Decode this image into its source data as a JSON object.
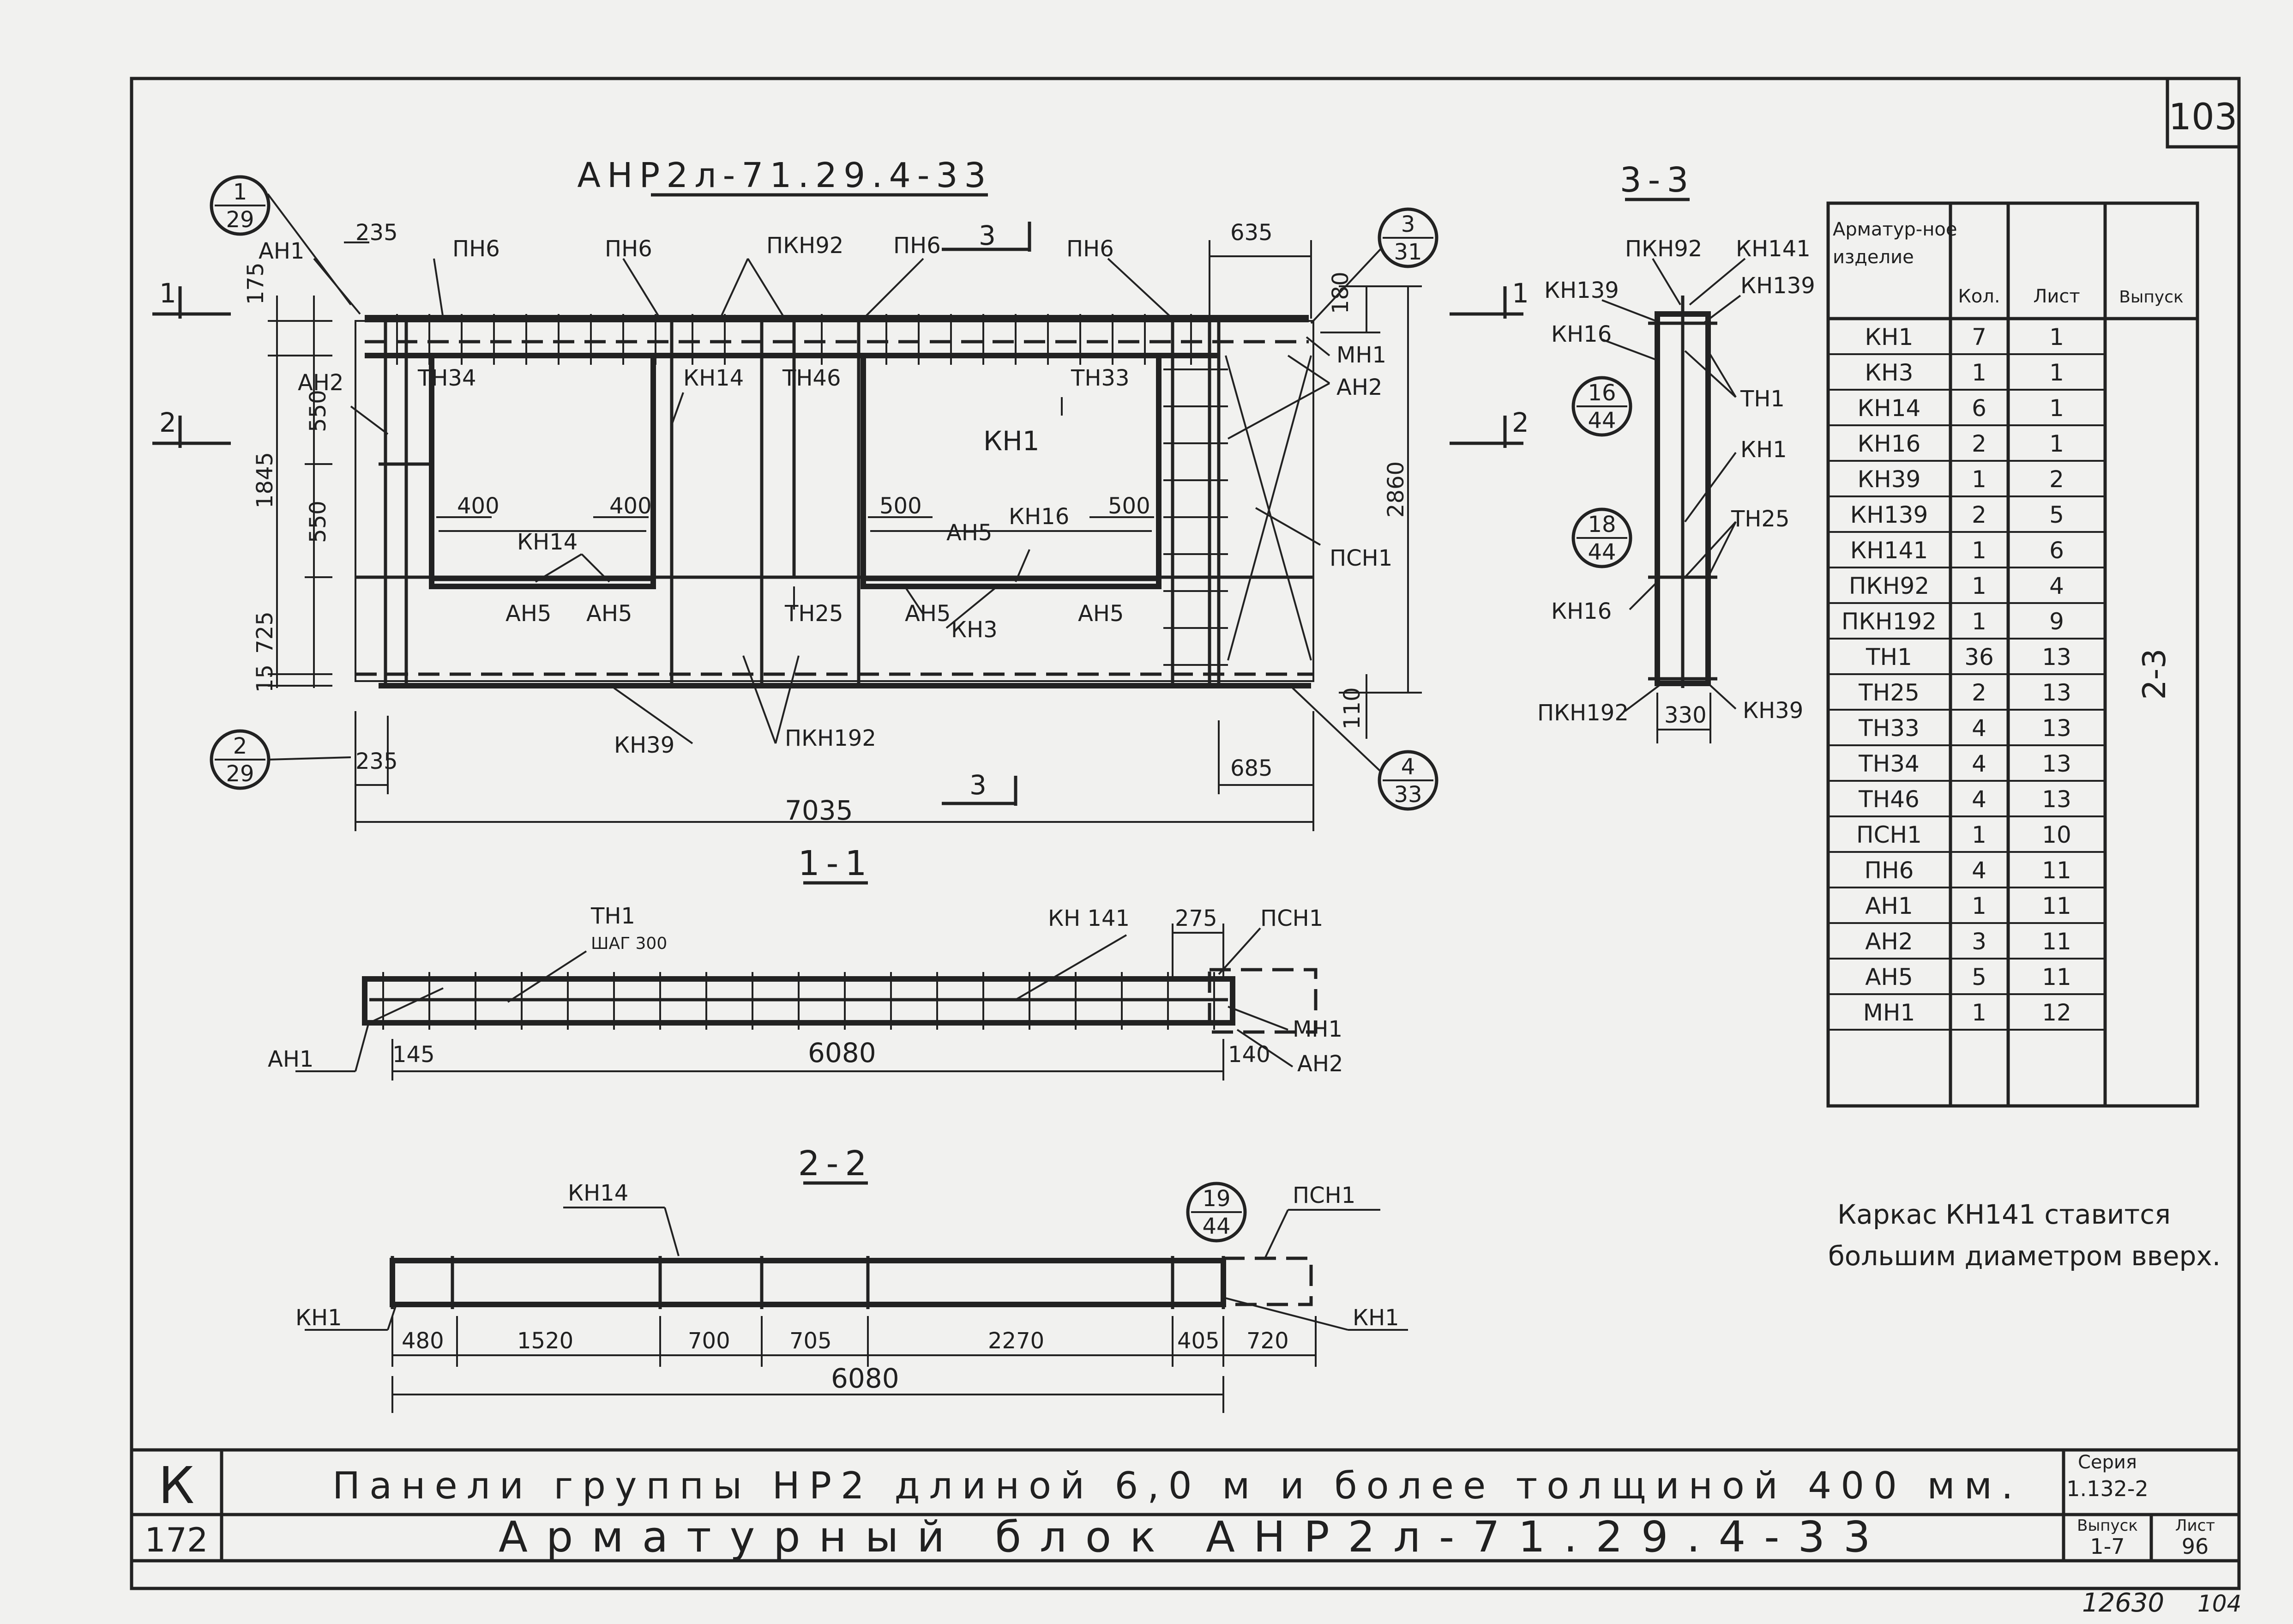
{
  "sheet": {
    "page_number": "103",
    "archive_number": "12630",
    "archive_page": "104"
  },
  "plan": {
    "title": "АНР2л-71.29.4-33",
    "labels": {
      "an1": "АН1",
      "an2_left": "АН2",
      "pn6_a": "ПН6",
      "pn6_b": "ПН6",
      "pn6_c": "ПН6",
      "pn6_d": "ПН6",
      "pkn92": "ПКН92",
      "tn34": "ТН34",
      "kn14_top": "КН14",
      "tn46": "ТН46",
      "tn33": "ТН33",
      "kn1": "КН1",
      "kn14_mid": "КН14",
      "an5_a": "АН5",
      "an5_b": "АН5",
      "an5_c": "АН5",
      "an5_d": "АН5",
      "an5_e": "АН5",
      "kn16": "КН16",
      "tn25": "ТН25",
      "kn3": "КН3",
      "kn39": "КН39",
      "pkn192": "ПКН192",
      "mn1": "МН1",
      "an2_right": "АН2",
      "psn1": "ПСН1"
    },
    "dims": {
      "d235_top": "235",
      "d175": "175",
      "d1845": "1845",
      "d550_a": "550",
      "d550_b": "550",
      "d725": "725",
      "d15": "15",
      "d400_a": "400",
      "d400_b": "400",
      "d500_a": "500",
      "d500_b": "500",
      "d635": "635",
      "d180": "180",
      "d2860": "2860",
      "d110": "110",
      "d235_bot": "235",
      "d685": "685",
      "d7035": "7035"
    },
    "section_marks": {
      "s1_left": "1",
      "s1_right": "1",
      "s2_left": "2",
      "s2_right": "2",
      "s3_top": "3",
      "s3_bottom": "3"
    },
    "callouts": [
      {
        "top": "1",
        "bottom": "29"
      },
      {
        "top": "3",
        "bottom": "31"
      },
      {
        "top": "2",
        "bottom": "29"
      },
      {
        "top": "4",
        "bottom": "33"
      }
    ]
  },
  "section_3_3": {
    "title": "3-3",
    "labels": {
      "pkn92": "ПКН92",
      "kn141": "КН141",
      "kn139_l": "КН139",
      "kn139_r": "КН139",
      "kn16_a": "КН16",
      "tn1": "ТН1",
      "kn1": "КН1",
      "tn25": "ТН25",
      "kn16_b": "КН16",
      "pkn192": "ПКН192",
      "kn39": "КН39",
      "d330": "330"
    },
    "callouts": [
      {
        "top": "16",
        "bottom": "44"
      },
      {
        "top": "18",
        "bottom": "44"
      }
    ]
  },
  "section_1_1": {
    "title": "1-1",
    "labels": {
      "tn1": "ТН1",
      "step": "ШАГ 300",
      "kn141": "КН 141",
      "d275": "275",
      "psn1": "ПСН1",
      "mn1": "МН1",
      "an2": "АН2",
      "an1": "АН1",
      "d145": "145",
      "d6080": "6080",
      "d140": "140"
    }
  },
  "section_2_2": {
    "title": "2-2",
    "labels": {
      "kn14": "КН14",
      "psn1": "ПСН1",
      "kn1_l": "КН1",
      "kn1_r": "КН1"
    },
    "callout": {
      "top": "19",
      "bottom": "44"
    },
    "dims": [
      "480",
      "1520",
      "700",
      "705",
      "2270",
      "405",
      "720"
    ],
    "total": "6080"
  },
  "spec_table": {
    "headers": [
      "Арматур-ное изделие",
      "Кол.",
      "Лист",
      "Выпуск"
    ],
    "rows": [
      [
        "КН1",
        "7",
        "1"
      ],
      [
        "КН3",
        "1",
        "1"
      ],
      [
        "КН14",
        "6",
        "1"
      ],
      [
        "КН16",
        "2",
        "1"
      ],
      [
        "КН39",
        "1",
        "2"
      ],
      [
        "КН139",
        "2",
        "5"
      ],
      [
        "КН141",
        "1",
        "6"
      ],
      [
        "ПКН92",
        "1",
        "4"
      ],
      [
        "ПКН192",
        "1",
        "9"
      ],
      [
        "ТН1",
        "36",
        "13"
      ],
      [
        "ТН25",
        "2",
        "13"
      ],
      [
        "ТН33",
        "4",
        "13"
      ],
      [
        "ТН34",
        "4",
        "13"
      ],
      [
        "ТН46",
        "4",
        "13"
      ],
      [
        "ПСН1",
        "1",
        "10"
      ],
      [
        "ПН6",
        "4",
        "11"
      ],
      [
        "АН1",
        "1",
        "11"
      ],
      [
        "АН2",
        "3",
        "11"
      ],
      [
        "АН5",
        "5",
        "11"
      ],
      [
        "МН1",
        "1",
        "12"
      ]
    ],
    "issue": "2-3"
  },
  "note": {
    "line1": "Каркас КН141 ставится",
    "line2": "большим диаметром вверх."
  },
  "title_block": {
    "stamp_letter": "К",
    "stamp_number": "172",
    "title_line1": "Панели группы НР2 длиной 6,0 м и более толщиной 400 мм.",
    "title_line2": "Арматурный блок АНР2л-71.29.4-33",
    "series_label": "Серия",
    "series_value": "1.132-2",
    "issue_label": "Выпуск",
    "issue_value": "1-7",
    "sheet_label": "Лист",
    "sheet_value": "96"
  }
}
